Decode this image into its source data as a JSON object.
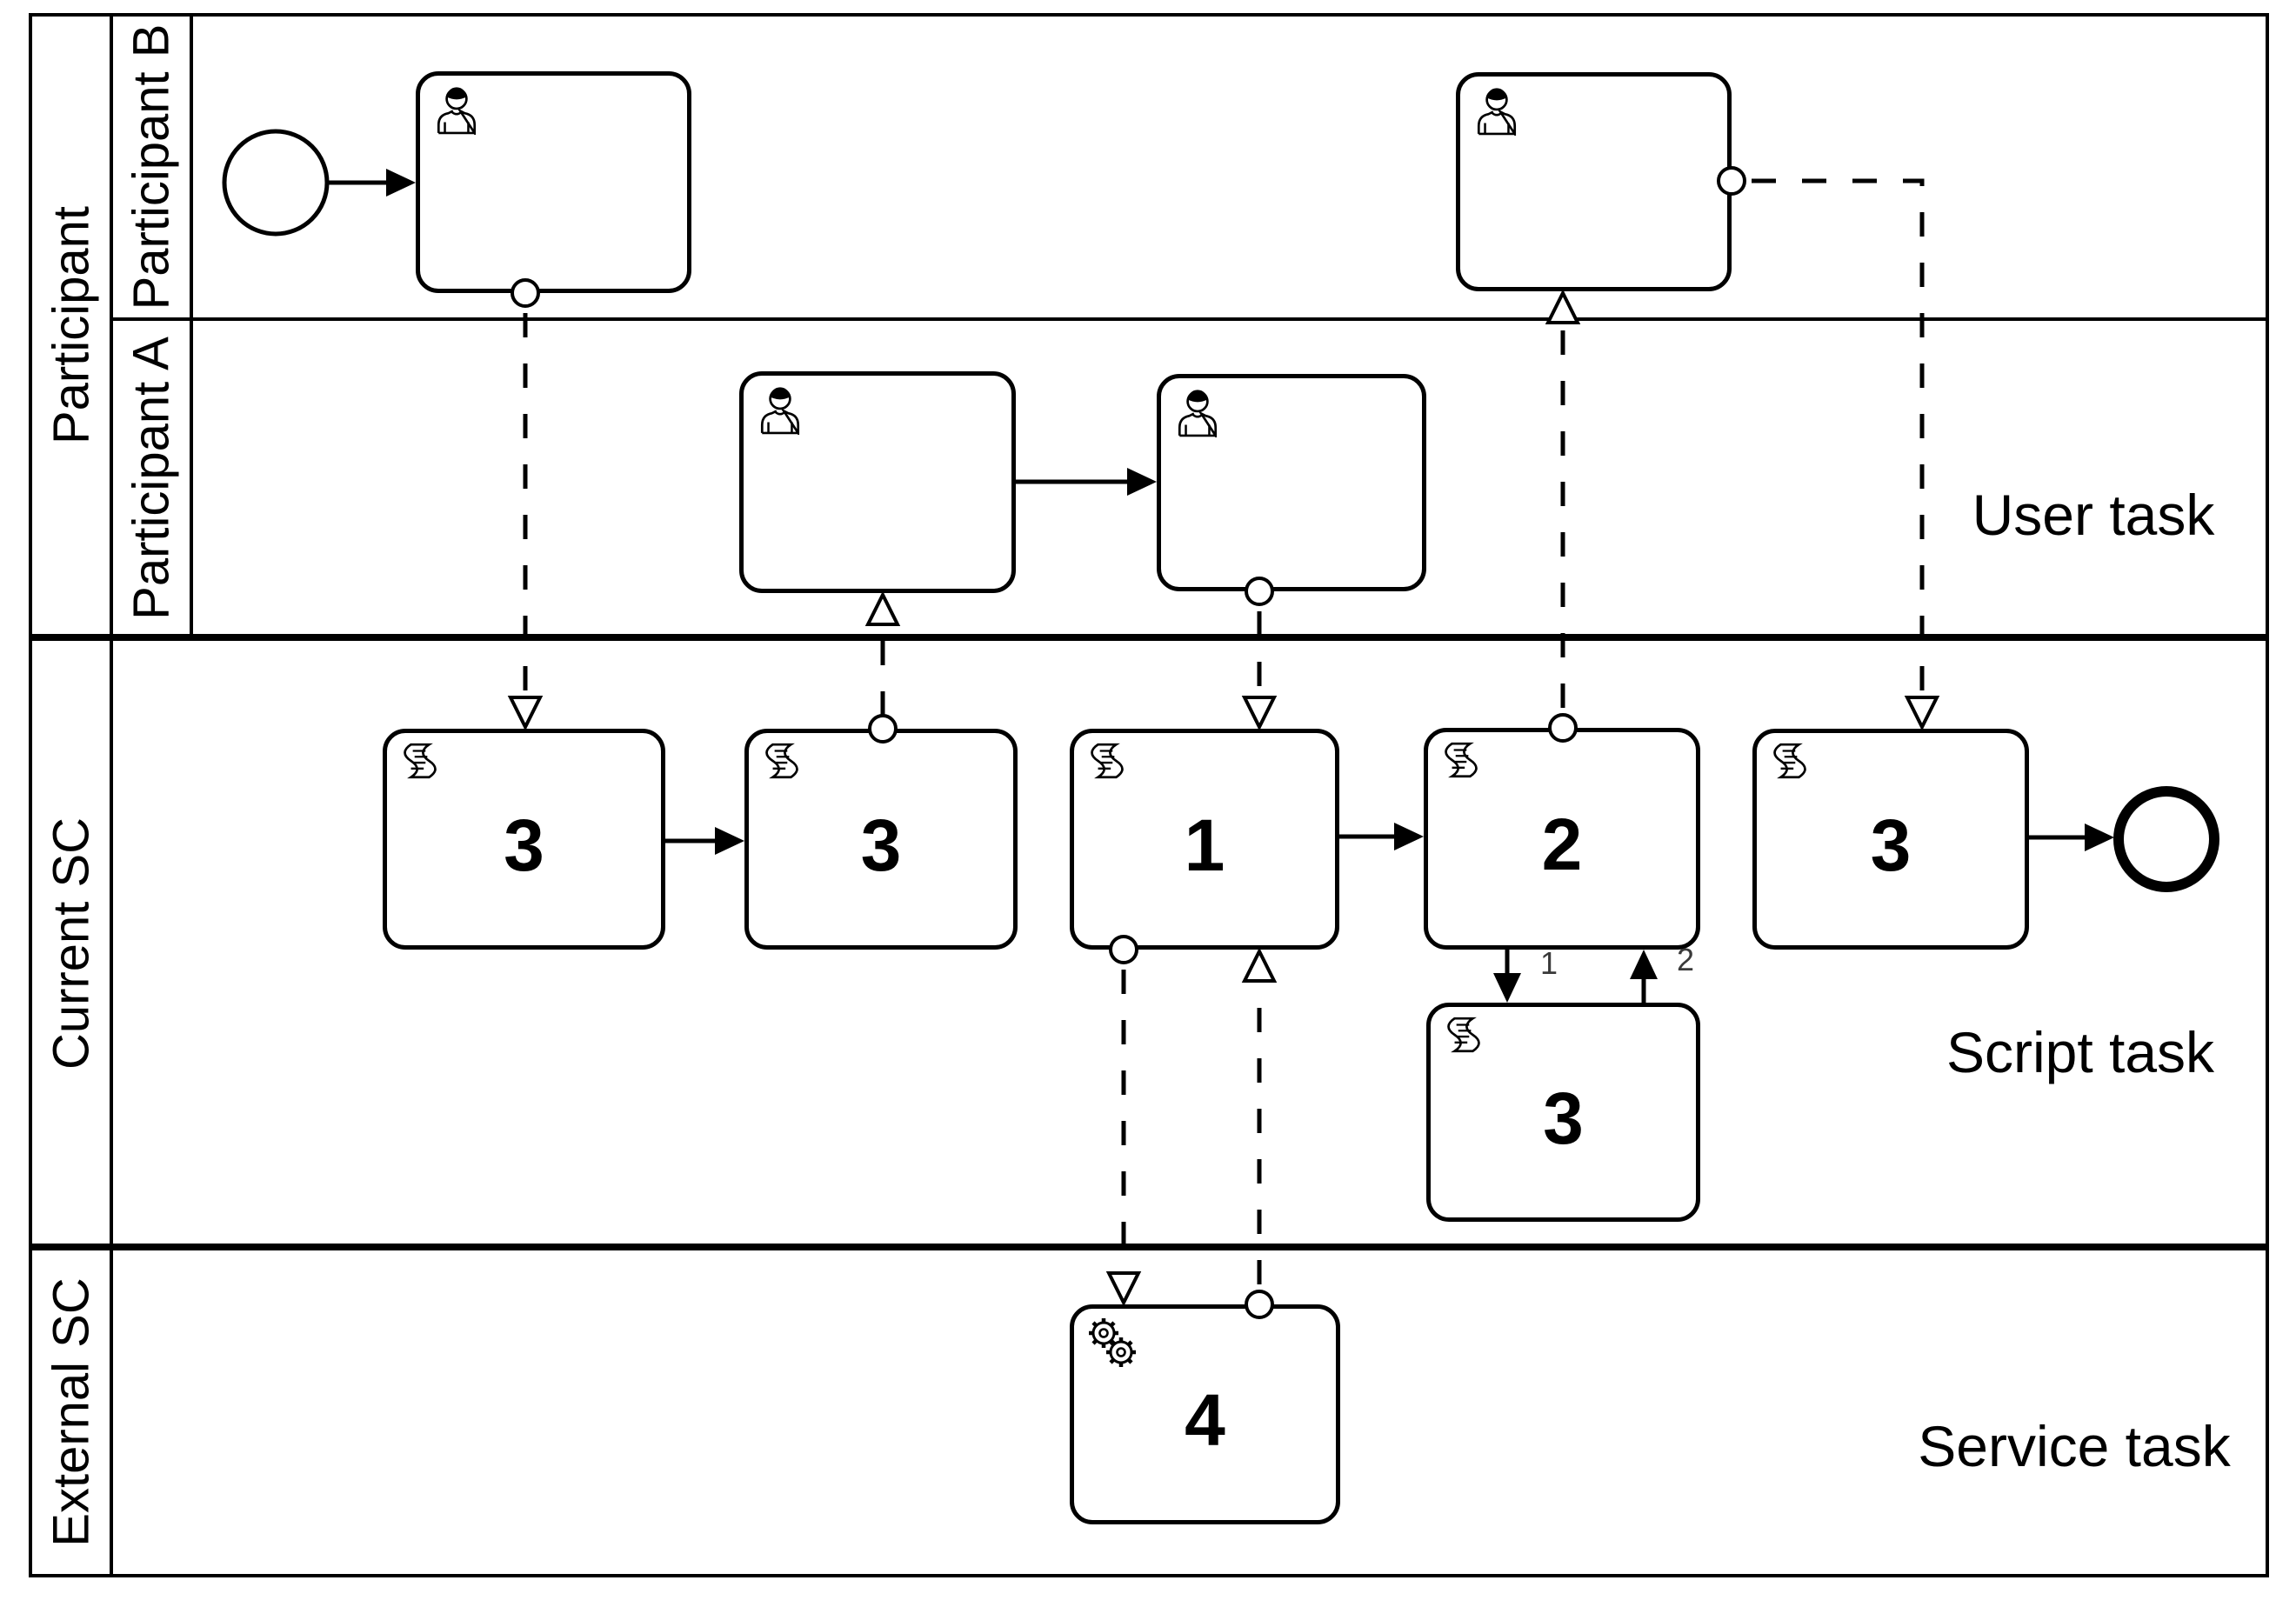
{
  "pools": {
    "participant": {
      "label": "Participant",
      "lanes": {
        "b": {
          "label": "Participant B"
        },
        "a": {
          "label": "Participant A"
        }
      }
    },
    "current_sc": {
      "label": "Current SC"
    },
    "external_sc": {
      "label": "External SC"
    }
  },
  "tasks": {
    "b1": {
      "type": "user",
      "label": ""
    },
    "b2": {
      "type": "user",
      "label": ""
    },
    "a1": {
      "type": "user",
      "label": ""
    },
    "a2": {
      "type": "user",
      "label": ""
    },
    "c1": {
      "type": "script",
      "label": "3"
    },
    "c2": {
      "type": "script",
      "label": "3"
    },
    "c3": {
      "type": "script",
      "label": "1"
    },
    "c4": {
      "type": "script",
      "label": "2"
    },
    "c5": {
      "type": "script",
      "label": "3"
    },
    "c6": {
      "type": "script",
      "label": "3"
    },
    "e1": {
      "type": "service",
      "label": "4"
    }
  },
  "flow_labels": {
    "call": "1",
    "return": "2"
  },
  "annotations": {
    "user": "User task",
    "script": "Script task",
    "service": "Service task"
  },
  "icons": {
    "user": "user-icon",
    "script": "script-icon",
    "service": "service-gears-icon"
  },
  "events": {
    "start": "start-event",
    "end": "end-event"
  },
  "colors": {
    "stroke": "#000000",
    "fill": "#ffffff",
    "flow_label": "#3a3a3a"
  }
}
